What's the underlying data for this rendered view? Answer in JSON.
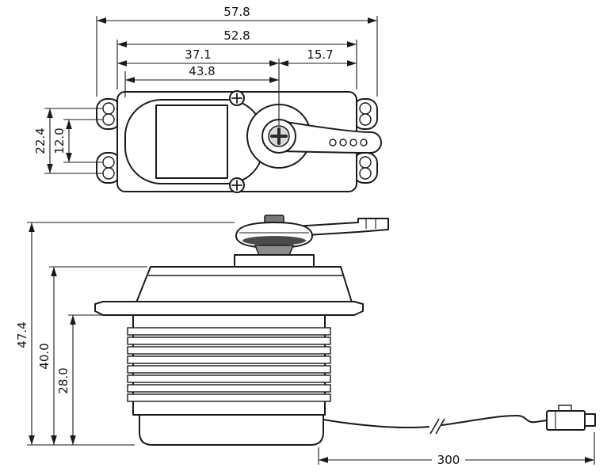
{
  "drawing": {
    "kind": "servo-outline-dimension-drawing",
    "background": "#ffffff",
    "line_color": "#1a1a1a",
    "views": {
      "top_view": "top-view",
      "side_view": "side-view"
    }
  },
  "dims": {
    "top": {
      "overall_width": "57.8",
      "case_width": "52.8",
      "left_to_shaft": "37.1",
      "shaft_to_right": "15.7",
      "housing_to_shaft": "43.8",
      "lug_outer_span": "22.4",
      "lug_inner_span": "12.0"
    },
    "side": {
      "overall_height": "47.4",
      "case_height": "40.0",
      "lower_height": "28.0",
      "cable_length": "300"
    }
  }
}
